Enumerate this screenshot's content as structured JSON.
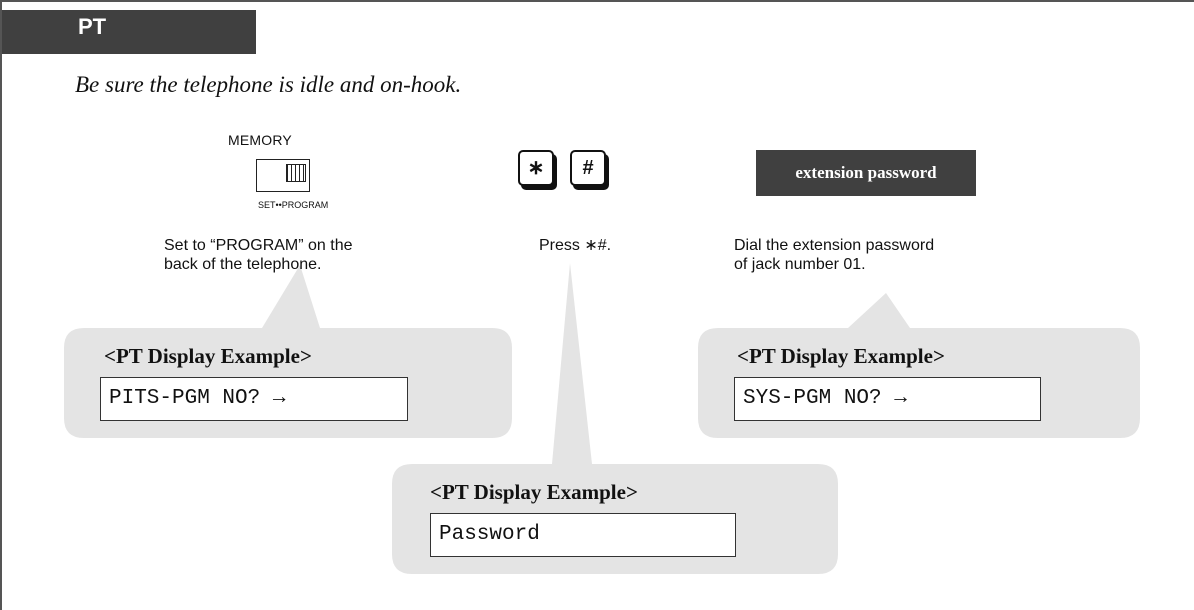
{
  "header": {
    "tab_label": "PT"
  },
  "intro": "Be sure the telephone is idle and on-hook.",
  "step_memory": {
    "switch_label": "MEMORY",
    "switch_caption": "SET••PROGRAM",
    "caption_line1": "Set to “PROGRAM” on the",
    "caption_line2": "back of the telephone."
  },
  "step_keys": {
    "star_key": "∗",
    "hash_key": "#",
    "caption": "Press ∗#."
  },
  "step_password": {
    "button_label": "extension password",
    "caption_line1": "Dial the extension password",
    "caption_line2": "of jack number 01."
  },
  "balloons": {
    "left": {
      "title": "<PT Display Example>",
      "display": "PITS-PGM NO? →"
    },
    "center": {
      "title": "<PT Display Example>",
      "display": "Password"
    },
    "right": {
      "title": "<PT Display Example>",
      "display": "SYS-PGM NO? →"
    }
  },
  "colors": {
    "balloon_fill": "#e4e4e4",
    "tab_fill": "#404040",
    "button_fill": "#404040"
  }
}
